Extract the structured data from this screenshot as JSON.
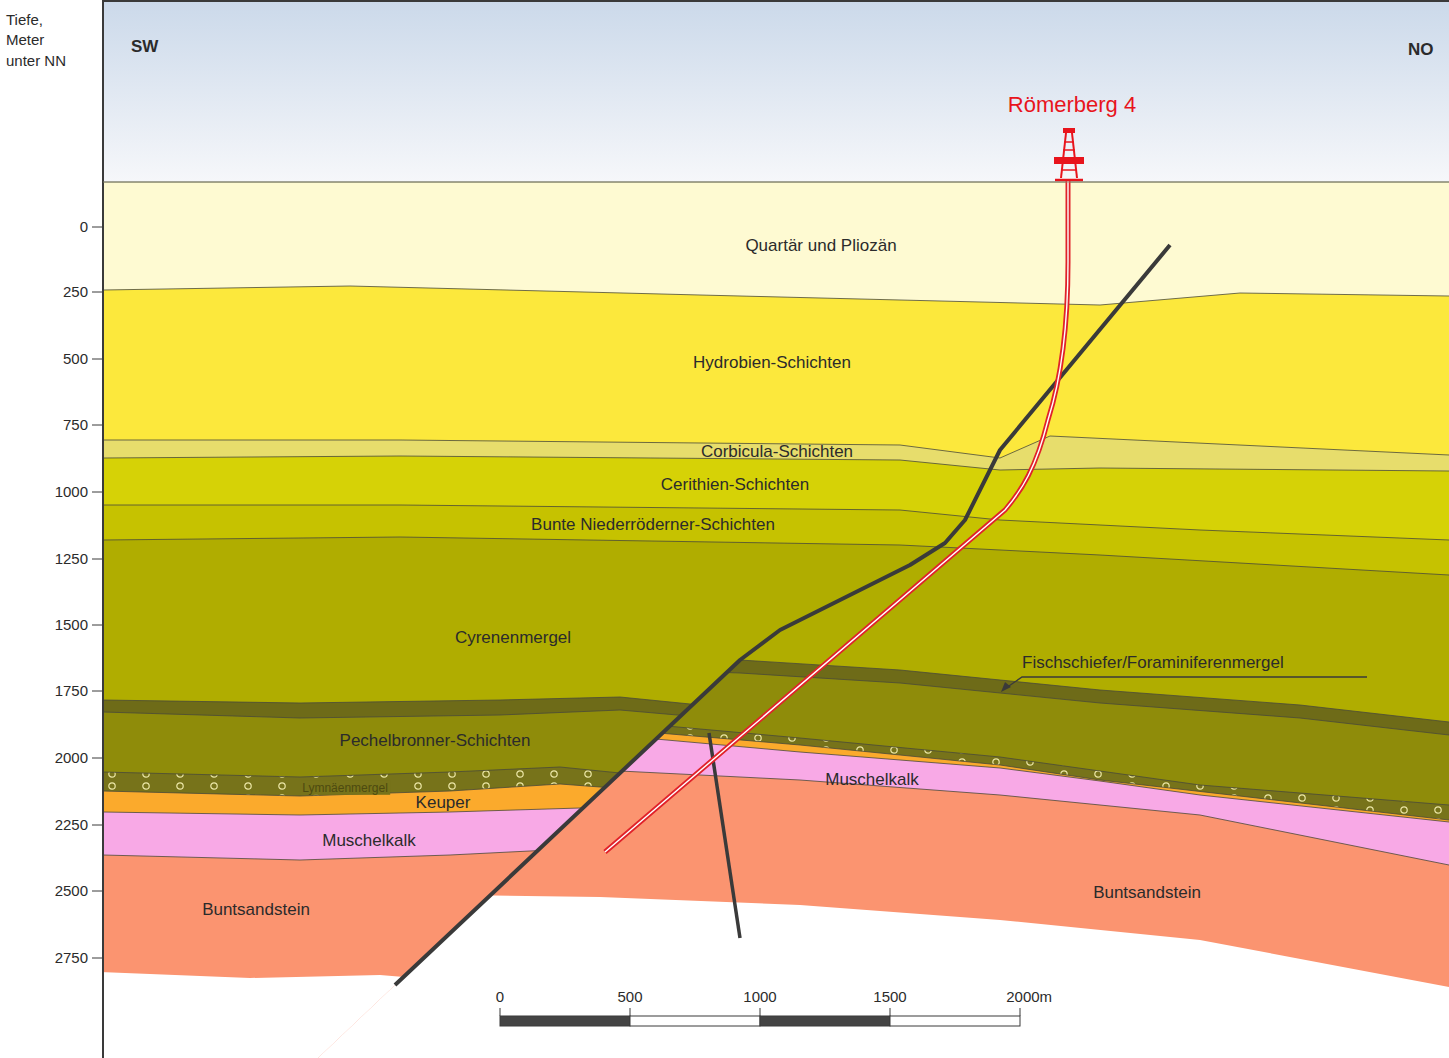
{
  "diagram": {
    "nodes": [
      {
        "text": [
          "Quartär und Pliozän"
        ]
      },
      {
        "text": [
          "Hydrobien-Schichten"
        ]
      },
      {
        "text": [
          "Corbicula-Schichten"
        ]
      },
      {
        "text": [
          "Cerithien-Schichten"
        ]
      },
      {
        "text": [
          "Bunte Niederröderner-Schichten"
        ]
      },
      {
        "text": [
          "Cyrenenmergel"
        ]
      },
      {
        "text": [
          "Fischschiefer/Foraminiferenmergel"
        ]
      },
      {
        "text": [
          "Pechelbronner-Schichten"
        ]
      },
      {
        "text": [
          "Lymnäenmergel"
        ]
      },
      {
        "text": [
          "Keuper"
        ]
      },
      {
        "text": [
          "Muschelkalk"
        ]
      },
      {
        "text": [
          "Muschelkalk"
        ]
      },
      {
        "text": [
          "Buntsandstein"
        ]
      },
      {
        "text": [
          "Buntsandstein"
        ]
      }
    ],
    "labels": [
      "Tiefe, Meter unter NN",
      "SW",
      "NO",
      "Römerberg 4",
      "0",
      "250",
      "500",
      "750",
      "1000",
      "1250",
      "1500",
      "1750",
      "2000",
      "2250",
      "2500",
      "2750",
      "0",
      "500",
      "1000",
      "1500",
      "2000m"
    ]
  }
}
